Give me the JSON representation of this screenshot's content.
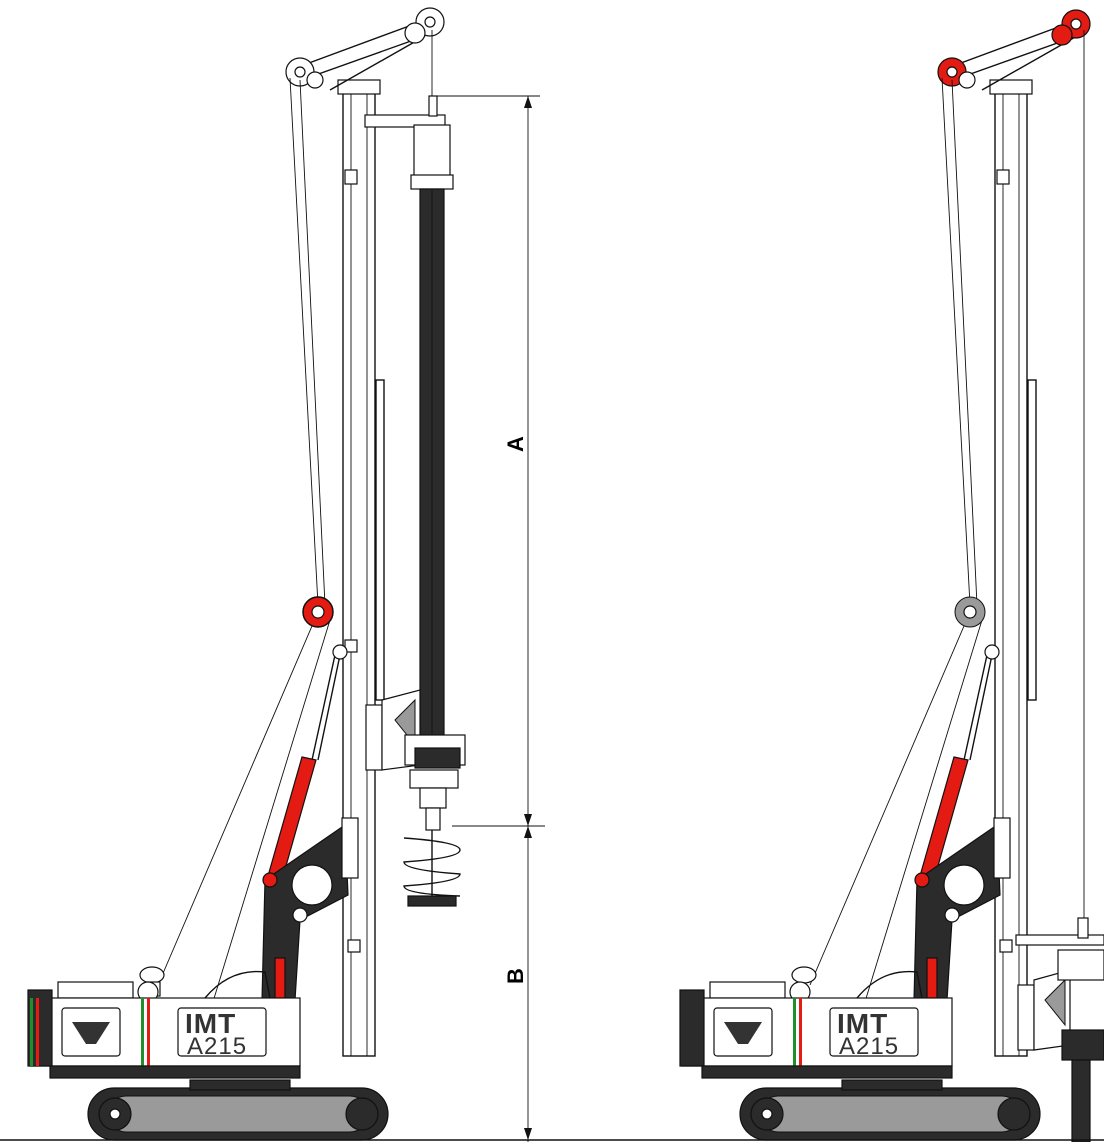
{
  "diagram": {
    "dimension_labels": {
      "a": "A",
      "b": "B"
    },
    "rig_left": {
      "brand": "IMT",
      "model": "A215"
    },
    "rig_right": {
      "brand": "IMT",
      "model": "A215"
    },
    "colors": {
      "accent_red": "#e31b13",
      "body_dark": "#2b2b2b",
      "stripe_green": "#1f8f2b"
    }
  }
}
